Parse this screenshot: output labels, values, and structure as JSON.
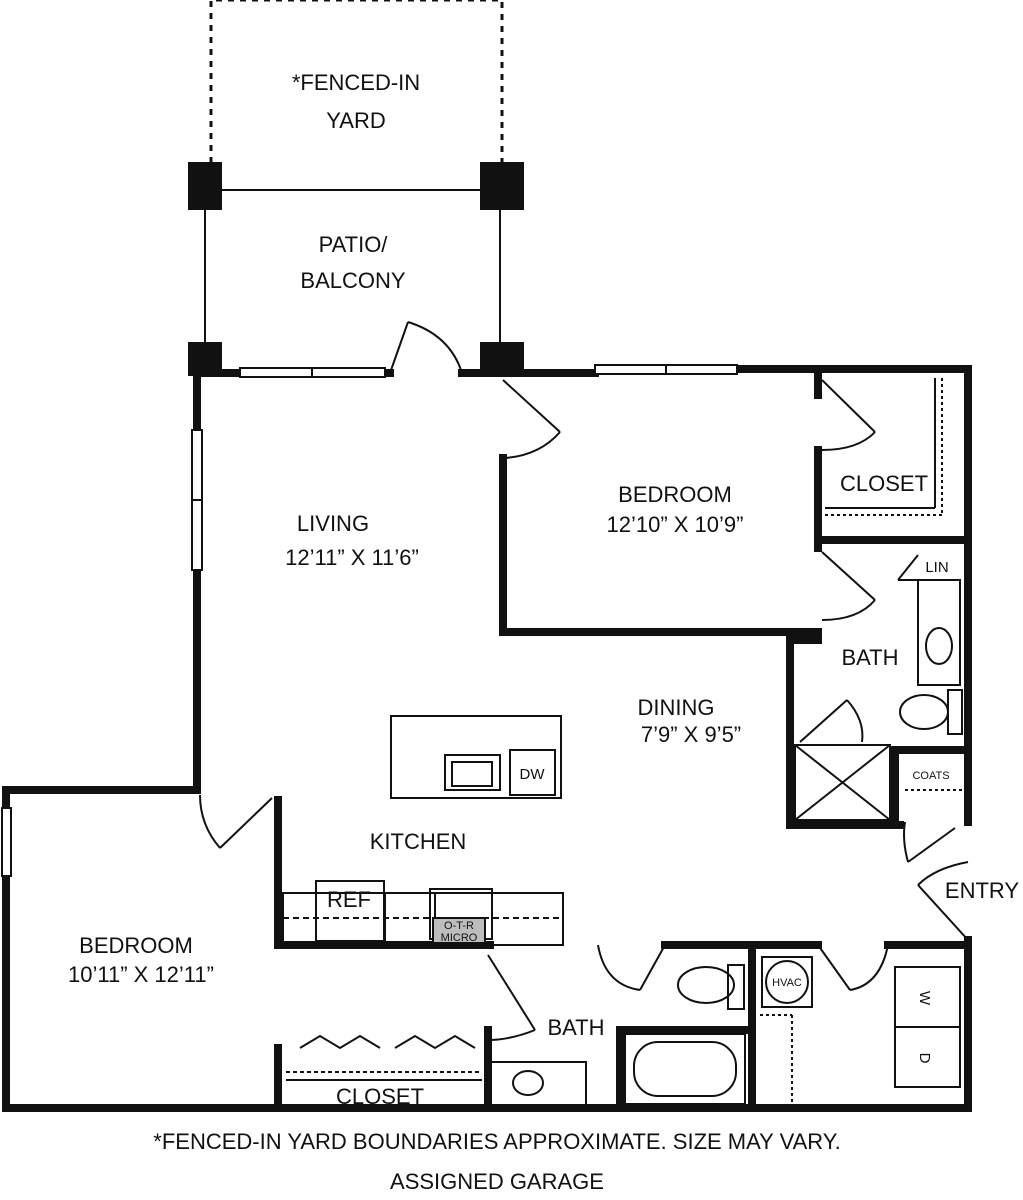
{
  "yard": {
    "line1": "*FENCED-IN",
    "line2": "YARD"
  },
  "patio": {
    "line1": "PATIO/",
    "line2": "BALCONY"
  },
  "living": {
    "name": "LIVING",
    "size": "12’11” X 11’6”"
  },
  "bedroom1": {
    "name": "BEDROOM",
    "size": "12’10” X 10’9”"
  },
  "closet1": {
    "name": "CLOSET"
  },
  "linen": {
    "name": "LIN"
  },
  "bath1": {
    "name": "BATH"
  },
  "dining": {
    "name": "DINING",
    "size": "7’9” X 9’5”"
  },
  "coats": {
    "name": "COATS"
  },
  "entry": {
    "name": "ENTRY"
  },
  "kitchen": {
    "name": "KITCHEN",
    "dishwasher": "DW",
    "fridge": "REF",
    "micro_line1": "O-T-R",
    "micro_line2": "MICRO"
  },
  "bedroom2": {
    "name": "BEDROOM",
    "size": "10’11” X 12’11”"
  },
  "bath2": {
    "name": "BATH"
  },
  "closet2": {
    "name": "CLOSET"
  },
  "hvac": {
    "name": "HVAC"
  },
  "laundry": {
    "washer": "W",
    "dryer": "D"
  },
  "footer": {
    "line1": "*FENCED-IN YARD BOUNDARIES APPROXIMATE. SIZE MAY VARY.",
    "line2": "ASSIGNED GARAGE"
  },
  "colors": {
    "wall": "#111111",
    "tile": "#bdbdbd"
  }
}
